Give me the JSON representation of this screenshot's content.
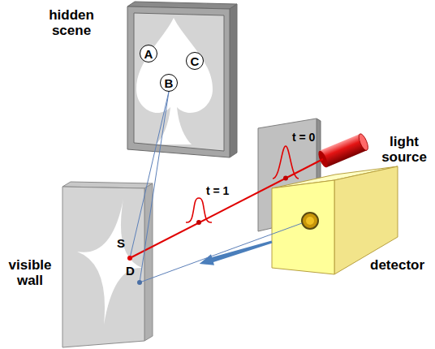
{
  "diagram": {
    "nodes": [
      {
        "text": [
          "hidden scene"
        ]
      },
      {
        "text": [
          "A"
        ],
        "in": 0
      },
      {
        "text": [
          "B"
        ],
        "in": 0
      },
      {
        "text": [
          "C"
        ],
        "in": 0
      }
    ],
    "labels": [
      "light source",
      "t = 0",
      "t = 1",
      "S",
      "detector",
      "visible wall",
      "D"
    ]
  }
}
